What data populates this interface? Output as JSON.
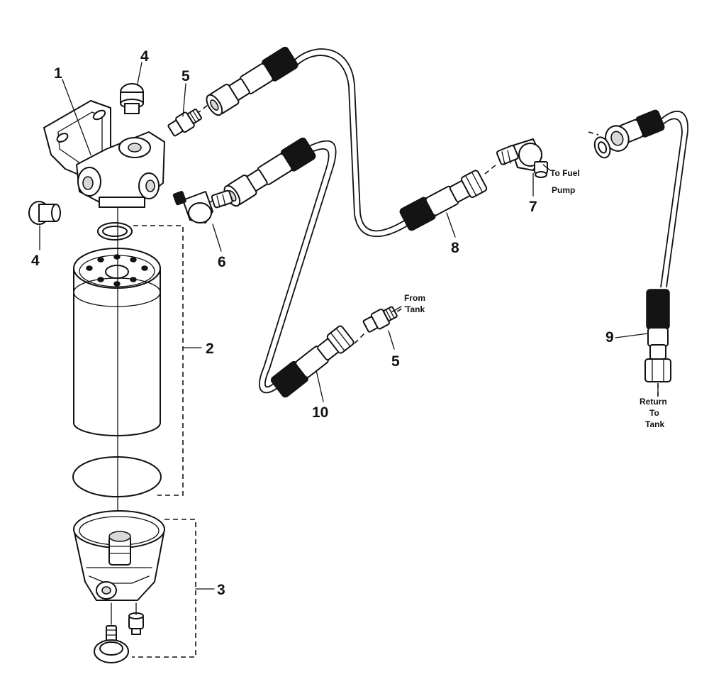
{
  "callouts": {
    "c1": "1",
    "c2": "2",
    "c3": "3",
    "c4a": "4",
    "c4b": "4",
    "c5a": "5",
    "c5b": "5",
    "c6": "6",
    "c7": "7",
    "c8": "8",
    "c9": "9",
    "c10": "10"
  },
  "notes": {
    "to_fuel_pump": [
      "To Fuel",
      "Pump"
    ],
    "from_tank": [
      "From",
      "Tank"
    ],
    "return_to_tank": [
      "Return",
      "To",
      "Tank"
    ]
  }
}
